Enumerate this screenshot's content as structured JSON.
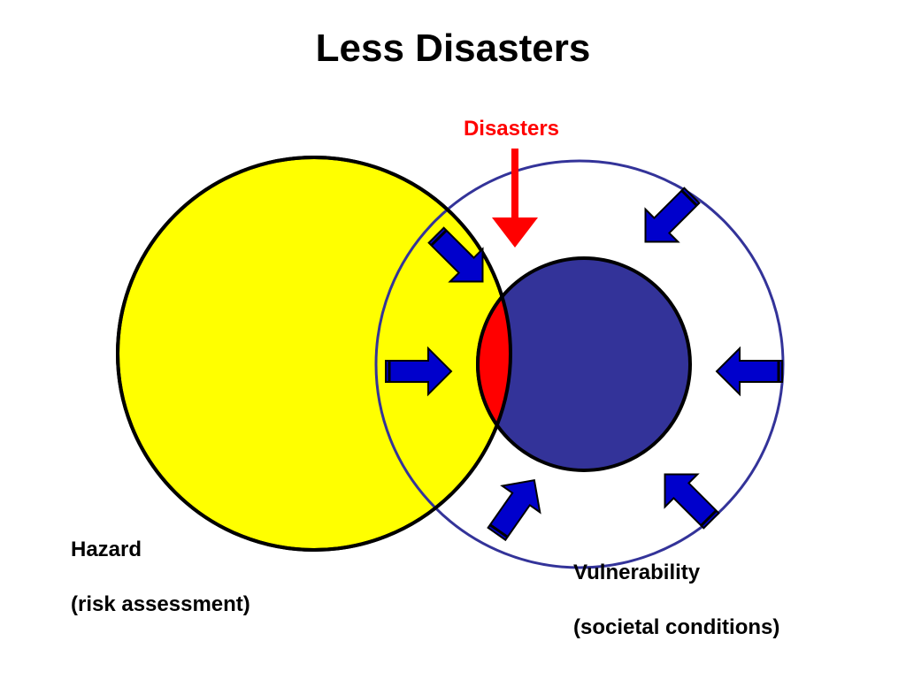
{
  "title": "Less Disasters",
  "disasters_label": "Disasters",
  "hazard": {
    "name": "Hazard",
    "subtitle": "(risk assessment)"
  },
  "vulnerability": {
    "name": "Vulnerability",
    "subtitle": "(societal conditions)"
  },
  "colors": {
    "hazard_fill": "#FFFF00",
    "vulnerability_fill": "#333399",
    "vulnerability_ring": "#333399",
    "disaster_fill": "#FF0000",
    "arrow_fill": "#0000CC",
    "disasters_label": "#FF0000"
  },
  "icons": {
    "disasters_pointer": "down-arrow-icon",
    "reduction_arrows": "arrow-icon"
  }
}
